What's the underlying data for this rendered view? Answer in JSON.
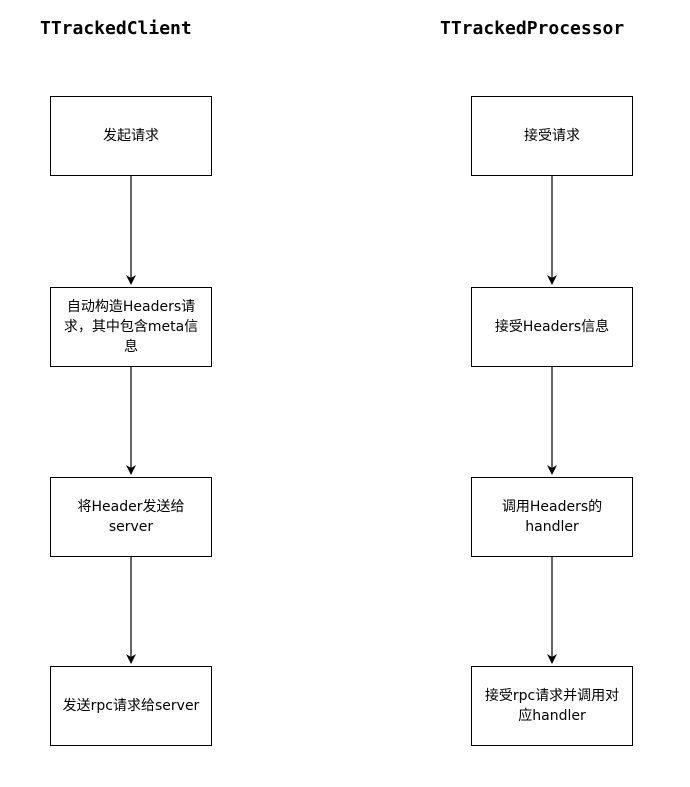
{
  "lanes": {
    "client": {
      "title": "TTrackedClient",
      "steps": [
        "发起请求",
        "自动构造Headers请求，其中包含meta信息",
        "将Header发送给server",
        "发送rpc请求给server"
      ]
    },
    "processor": {
      "title": "TTrackedProcessor",
      "steps": [
        "接受请求",
        "接受Headers信息",
        "调用Headers的handler",
        "接受rpc请求并调用对应handler"
      ]
    }
  }
}
